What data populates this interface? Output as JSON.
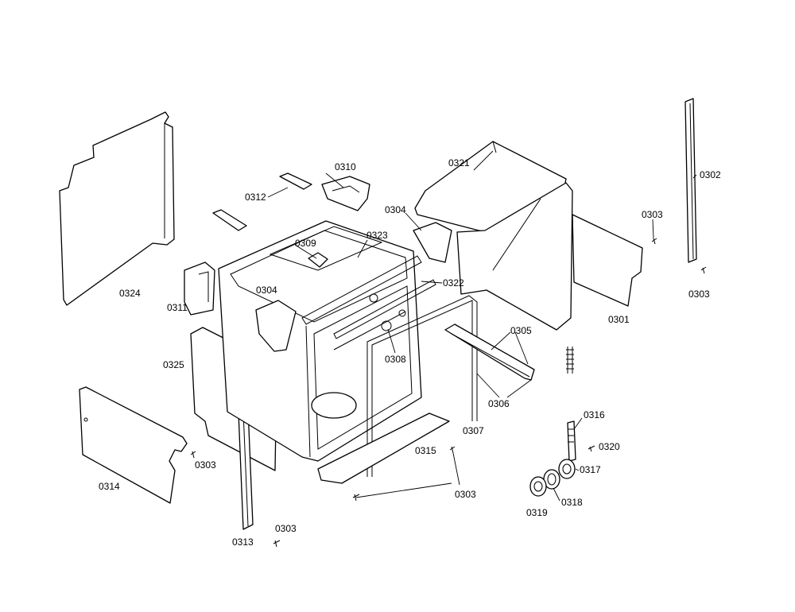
{
  "labels": {
    "l0301": "0301",
    "l0302": "0302",
    "l0303a": "0303",
    "l0303b": "0303",
    "l0303c": "0303",
    "l0303d": "0303",
    "l0303e": "0303",
    "l0304a": "0304",
    "l0304b": "0304",
    "l0305": "0305",
    "l0306": "0306",
    "l0307": "0307",
    "l0308": "0308",
    "l0309": "0309",
    "l0310": "0310",
    "l0311": "0311",
    "l0312": "0312",
    "l0313": "0313",
    "l0314": "0314",
    "l0315": "0315",
    "l0316": "0316",
    "l0317": "0317",
    "l0318": "0318",
    "l0319": "0319",
    "l0320": "0320",
    "l0321": "0321",
    "l0322": "0322",
    "l0323": "0323",
    "l0324": "0324",
    "l0325": "0325"
  }
}
